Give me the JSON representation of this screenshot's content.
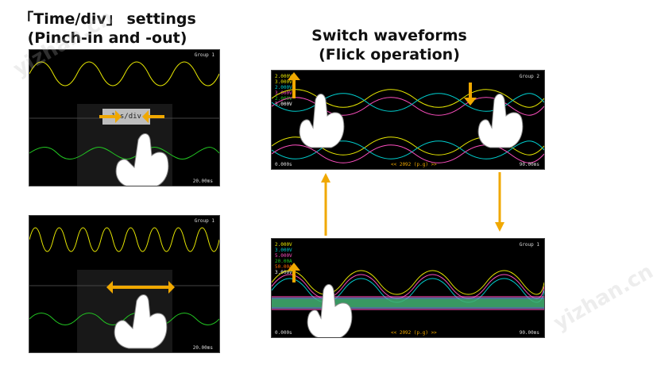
{
  "headings": {
    "left_line1": "「Time/div」 settings",
    "left_line2": "(Pinch-in and -out)",
    "right_line1": "Switch waveforms",
    "right_line2": "(Flick operation)"
  },
  "screens": {
    "top_left": {
      "group": "Group 1",
      "overlay_label": "1ms/div",
      "bottom_time": "20.00ms"
    },
    "bottom_left": {
      "group": "Group 1",
      "bottom_time": "20.00ms"
    },
    "top_right": {
      "group": "Group 2",
      "nav_text": "<< 2092 (p.g) >>",
      "start_time": "0.000s",
      "end_time": "90.00ms",
      "channels": [
        "2.000V",
        "3.000V",
        "2.000V",
        "3.000V",
        "2.000V",
        "3.000V"
      ]
    },
    "bottom_right": {
      "group": "Group 1",
      "nav_text": "<< 2092 (p.g) >>",
      "start_time": "0.000s",
      "end_time": "90.00ms",
      "channels": [
        "2.000V",
        "3.000V",
        "5.000V",
        "20.00A",
        "50.00A",
        "3.000V"
      ]
    }
  },
  "watermarks": [
    "yizhan.cn",
    "yizhan.cn"
  ],
  "colors": {
    "arrow": "#f0a800",
    "hand": "#ffffff",
    "yellow": "#e8e800",
    "green": "#22c422",
    "gray": "#b8b8b8"
  },
  "icons": {
    "hand": "hand-icon",
    "arrow": "arrow-icon"
  }
}
